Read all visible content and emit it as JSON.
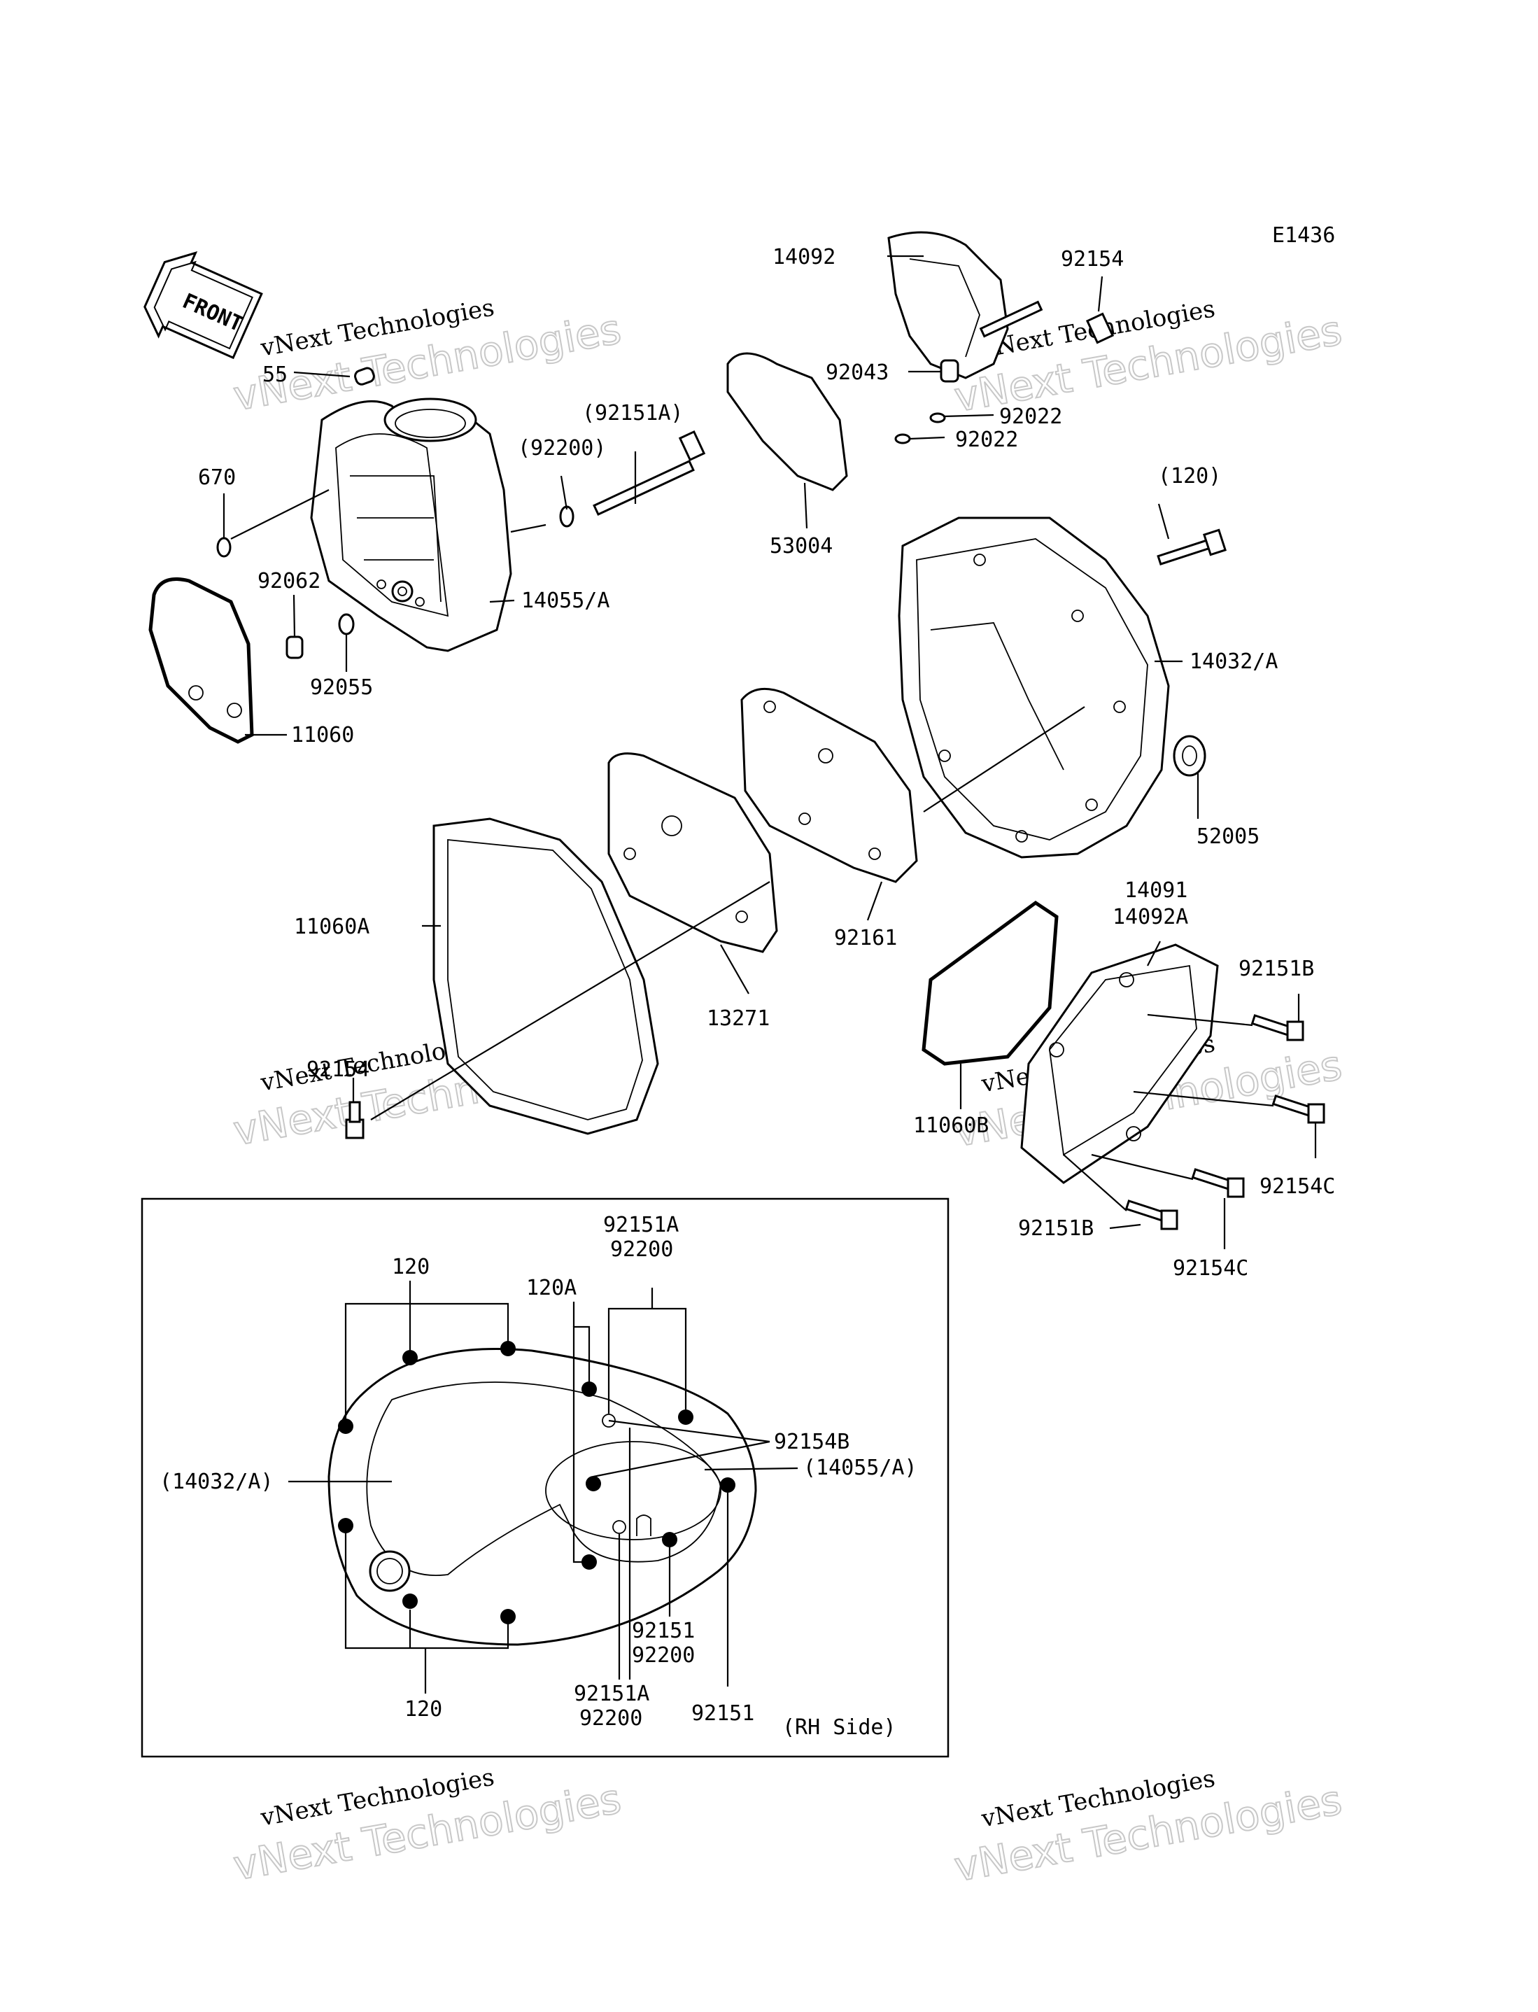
{
  "diagram_code": "E1436",
  "front_arrow_text": "FRONT",
  "watermark_small": "vNext Technologies",
  "watermark_large": "vNext Technologies",
  "labels": {
    "p14092": "14092",
    "p92154": "92154",
    "p92043": "92043",
    "p92022a": "92022",
    "p92022b": "92022",
    "p92151A_paren": "(92151A)",
    "p92200_paren": "(92200)",
    "p53004": "53004",
    "p55": "55",
    "p670": "670",
    "p92062": "92062",
    "p14055A": "14055/A",
    "p92055": "92055",
    "p11060": "11060",
    "p120_paren": "(120)",
    "p14032A": "14032/A",
    "p52005": "52005",
    "p11060A": "11060A",
    "p92161": "92161",
    "p13271": "13271",
    "p92154_low": "92154",
    "p14091": "14091",
    "p14092A": "14092A",
    "p92151B_a": "92151B",
    "p11060B": "11060B",
    "p92154C_a": "92154C",
    "p92151B_b": "92151B",
    "p92154C_b": "92154C"
  },
  "inset": {
    "title": "(RH Side)",
    "labels": {
      "i120_top": "120",
      "i92151A_top": "92151A",
      "i92200_top": "92200",
      "i120A": "120A",
      "i92154B": "92154B",
      "i14032A": "(14032/A)",
      "i14055A": "(14055/A)",
      "i92151_mid": "92151",
      "i92200_mid": "92200",
      "i120_bottom": "120",
      "i92151A_bottom": "92151A",
      "i92200_bottom": "92200",
      "i92151_right": "92151"
    }
  }
}
